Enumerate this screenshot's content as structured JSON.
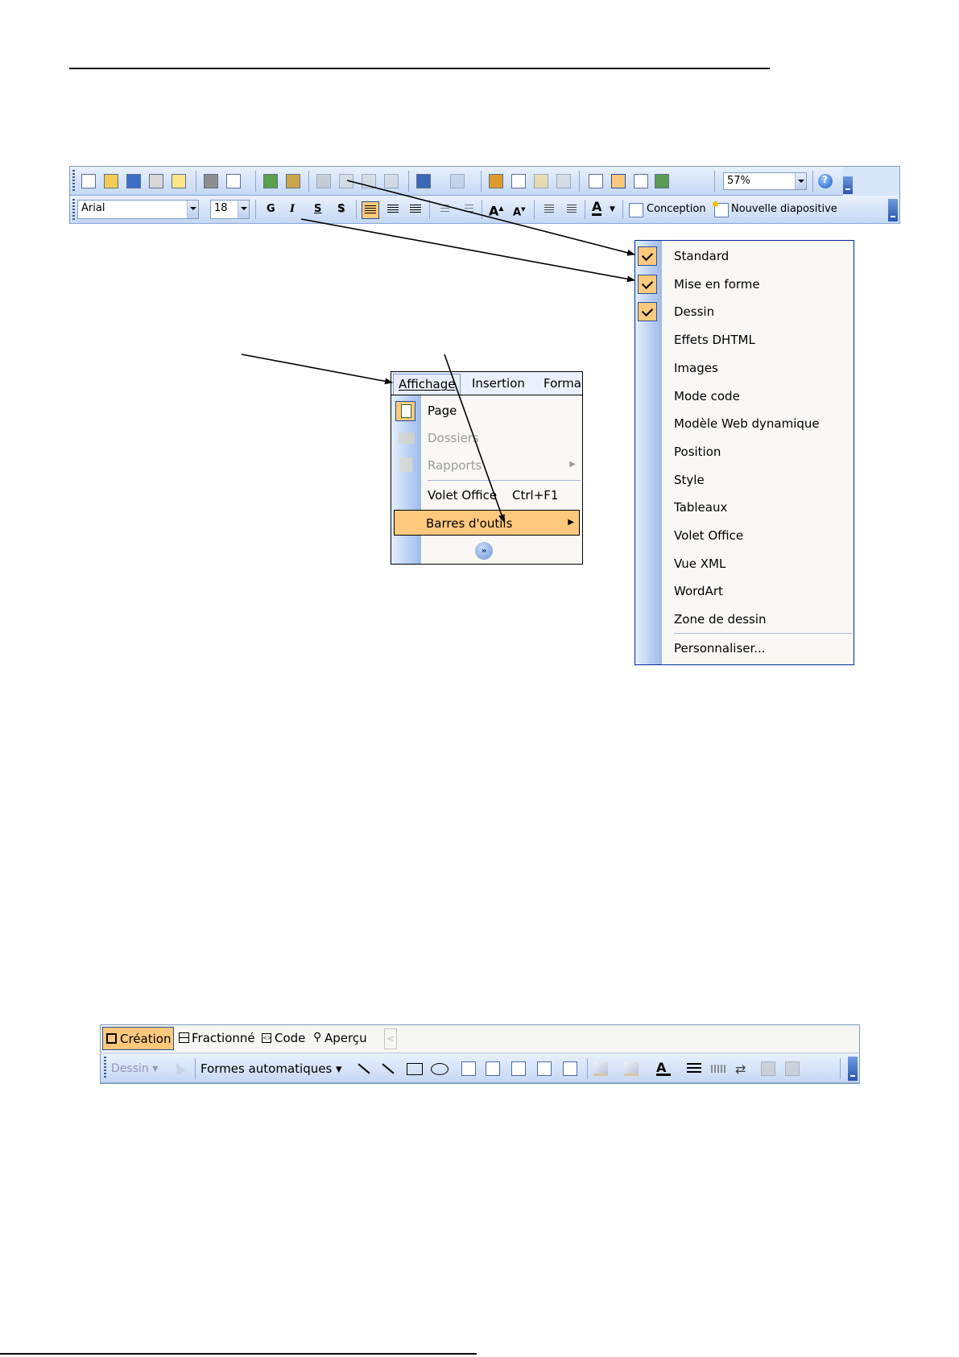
{
  "standard_toolbar": {
    "zoom_value": "57%",
    "icons": [
      "new-icon",
      "open-icon",
      "save-icon",
      "permission-icon",
      "email-icon",
      "print-icon",
      "print-preview-icon",
      "spelling-icon",
      "research-icon",
      "cut-icon",
      "copy-icon",
      "paste-icon",
      "format-painter-icon",
      "undo-icon",
      "redo-icon",
      "insert-chart-icon",
      "insert-table-icon",
      "tables-borders-icon",
      "hyperlink-icon",
      "expand-icon",
      "show-formatting-icon",
      "grid-icon",
      "color-grayscale-icon",
      "help-icon"
    ]
  },
  "formatting_toolbar": {
    "font": "Arial",
    "size": "18",
    "bold": "G",
    "italic": "I",
    "underline": "S",
    "shadow": "S",
    "design_label": "Conception",
    "new_slide_label": "Nouvelle diapositive"
  },
  "view_menu": {
    "bar": [
      "Affichage",
      "Insertion",
      "Forma"
    ],
    "items": [
      {
        "label": "Page",
        "enabled": true
      },
      {
        "label": "Dossiers",
        "enabled": false
      },
      {
        "label": "Rapports",
        "enabled": false,
        "submenu": true
      },
      {
        "label": "Volet Office",
        "shortcut": "Ctrl+F1",
        "enabled": true
      },
      {
        "label": "Barres d'outils",
        "enabled": true,
        "submenu": true,
        "highlighted": true
      }
    ]
  },
  "toolbars_menu": {
    "items": [
      {
        "label": "Standard",
        "checked": true
      },
      {
        "label": "Mise en forme",
        "checked": true
      },
      {
        "label": "Dessin",
        "checked": true
      },
      {
        "label": "Effets DHTML",
        "checked": false
      },
      {
        "label": "Images",
        "checked": false
      },
      {
        "label": "Mode code",
        "checked": false
      },
      {
        "label": "Modèle Web dynamique",
        "checked": false
      },
      {
        "label": "Position",
        "checked": false
      },
      {
        "label": "Style",
        "checked": false
      },
      {
        "label": "Tableaux",
        "checked": false
      },
      {
        "label": "Volet Office",
        "checked": false
      },
      {
        "label": "Vue XML",
        "checked": false
      },
      {
        "label": "WordArt",
        "checked": false
      },
      {
        "label": "Zone de dessin",
        "checked": false
      }
    ],
    "customize": "Personnaliser..."
  },
  "view_tabs": {
    "tabs": [
      "Création",
      "Fractionné",
      "Code",
      "Aperçu"
    ]
  },
  "drawing_toolbar": {
    "draw_label": "Dessin",
    "autoshapes_label": "Formes automatiques"
  },
  "colors": {
    "highlight": "#ffc97d",
    "toolbar": "#c4d8f4",
    "menu_strip": "#9ebbe9"
  }
}
